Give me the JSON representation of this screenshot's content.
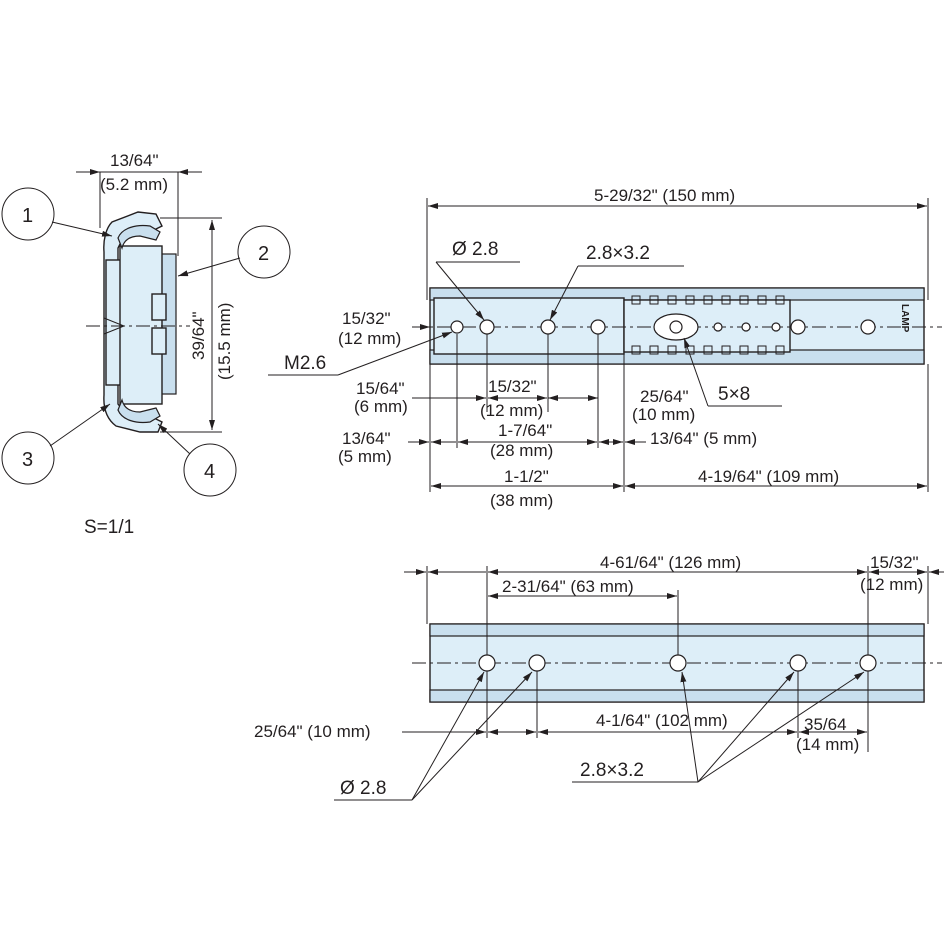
{
  "scale": "S=1/1",
  "logo": "LAMP",
  "callouts": [
    "1",
    "2",
    "3",
    "4"
  ],
  "side_view": {
    "width_in": "13/64\"",
    "width_mm": "(5.2 mm)",
    "height_in": "39/64\"",
    "height_mm": "(15.5 mm)"
  },
  "top_view": {
    "length": "5-29/32\" (150 mm)",
    "hole_dia": "Ø 2.8",
    "slot1": "2.8×3.2",
    "height_in": "15/32\"",
    "height_mm": "(12 mm)",
    "screw": "M2.6",
    "slot2": "5×8",
    "d1_in": "15/64\"",
    "d1_mm": "(6 mm)",
    "d2_in": "15/32\"",
    "d2_mm": "(12 mm)",
    "d3_in": "25/64\"",
    "d3_mm": "(10 mm)",
    "d4_in": "13/64\"",
    "d4_mm": "(5 mm)",
    "d5_in": "1-7/64\"",
    "d5_mm": "(28 mm)",
    "d6": "13/64\" (5 mm)",
    "d7_in": "1-1/2\"",
    "d7_mm": "(38 mm)",
    "d8": "4-19/64\" (109 mm)"
  },
  "bottom_view": {
    "d1": "4-61/64\" (126 mm)",
    "d2_in": "15/32\"",
    "d2_mm": "(12 mm)",
    "d3": "2-31/64\" (63 mm)",
    "d4": "25/64\" (10 mm)",
    "d5": "4-1/64\" (102 mm)",
    "d6_in": "35/64",
    "d6_mm": "(14 mm)",
    "slot": "2.8×3.2",
    "hole_dia": "Ø 2.8"
  }
}
